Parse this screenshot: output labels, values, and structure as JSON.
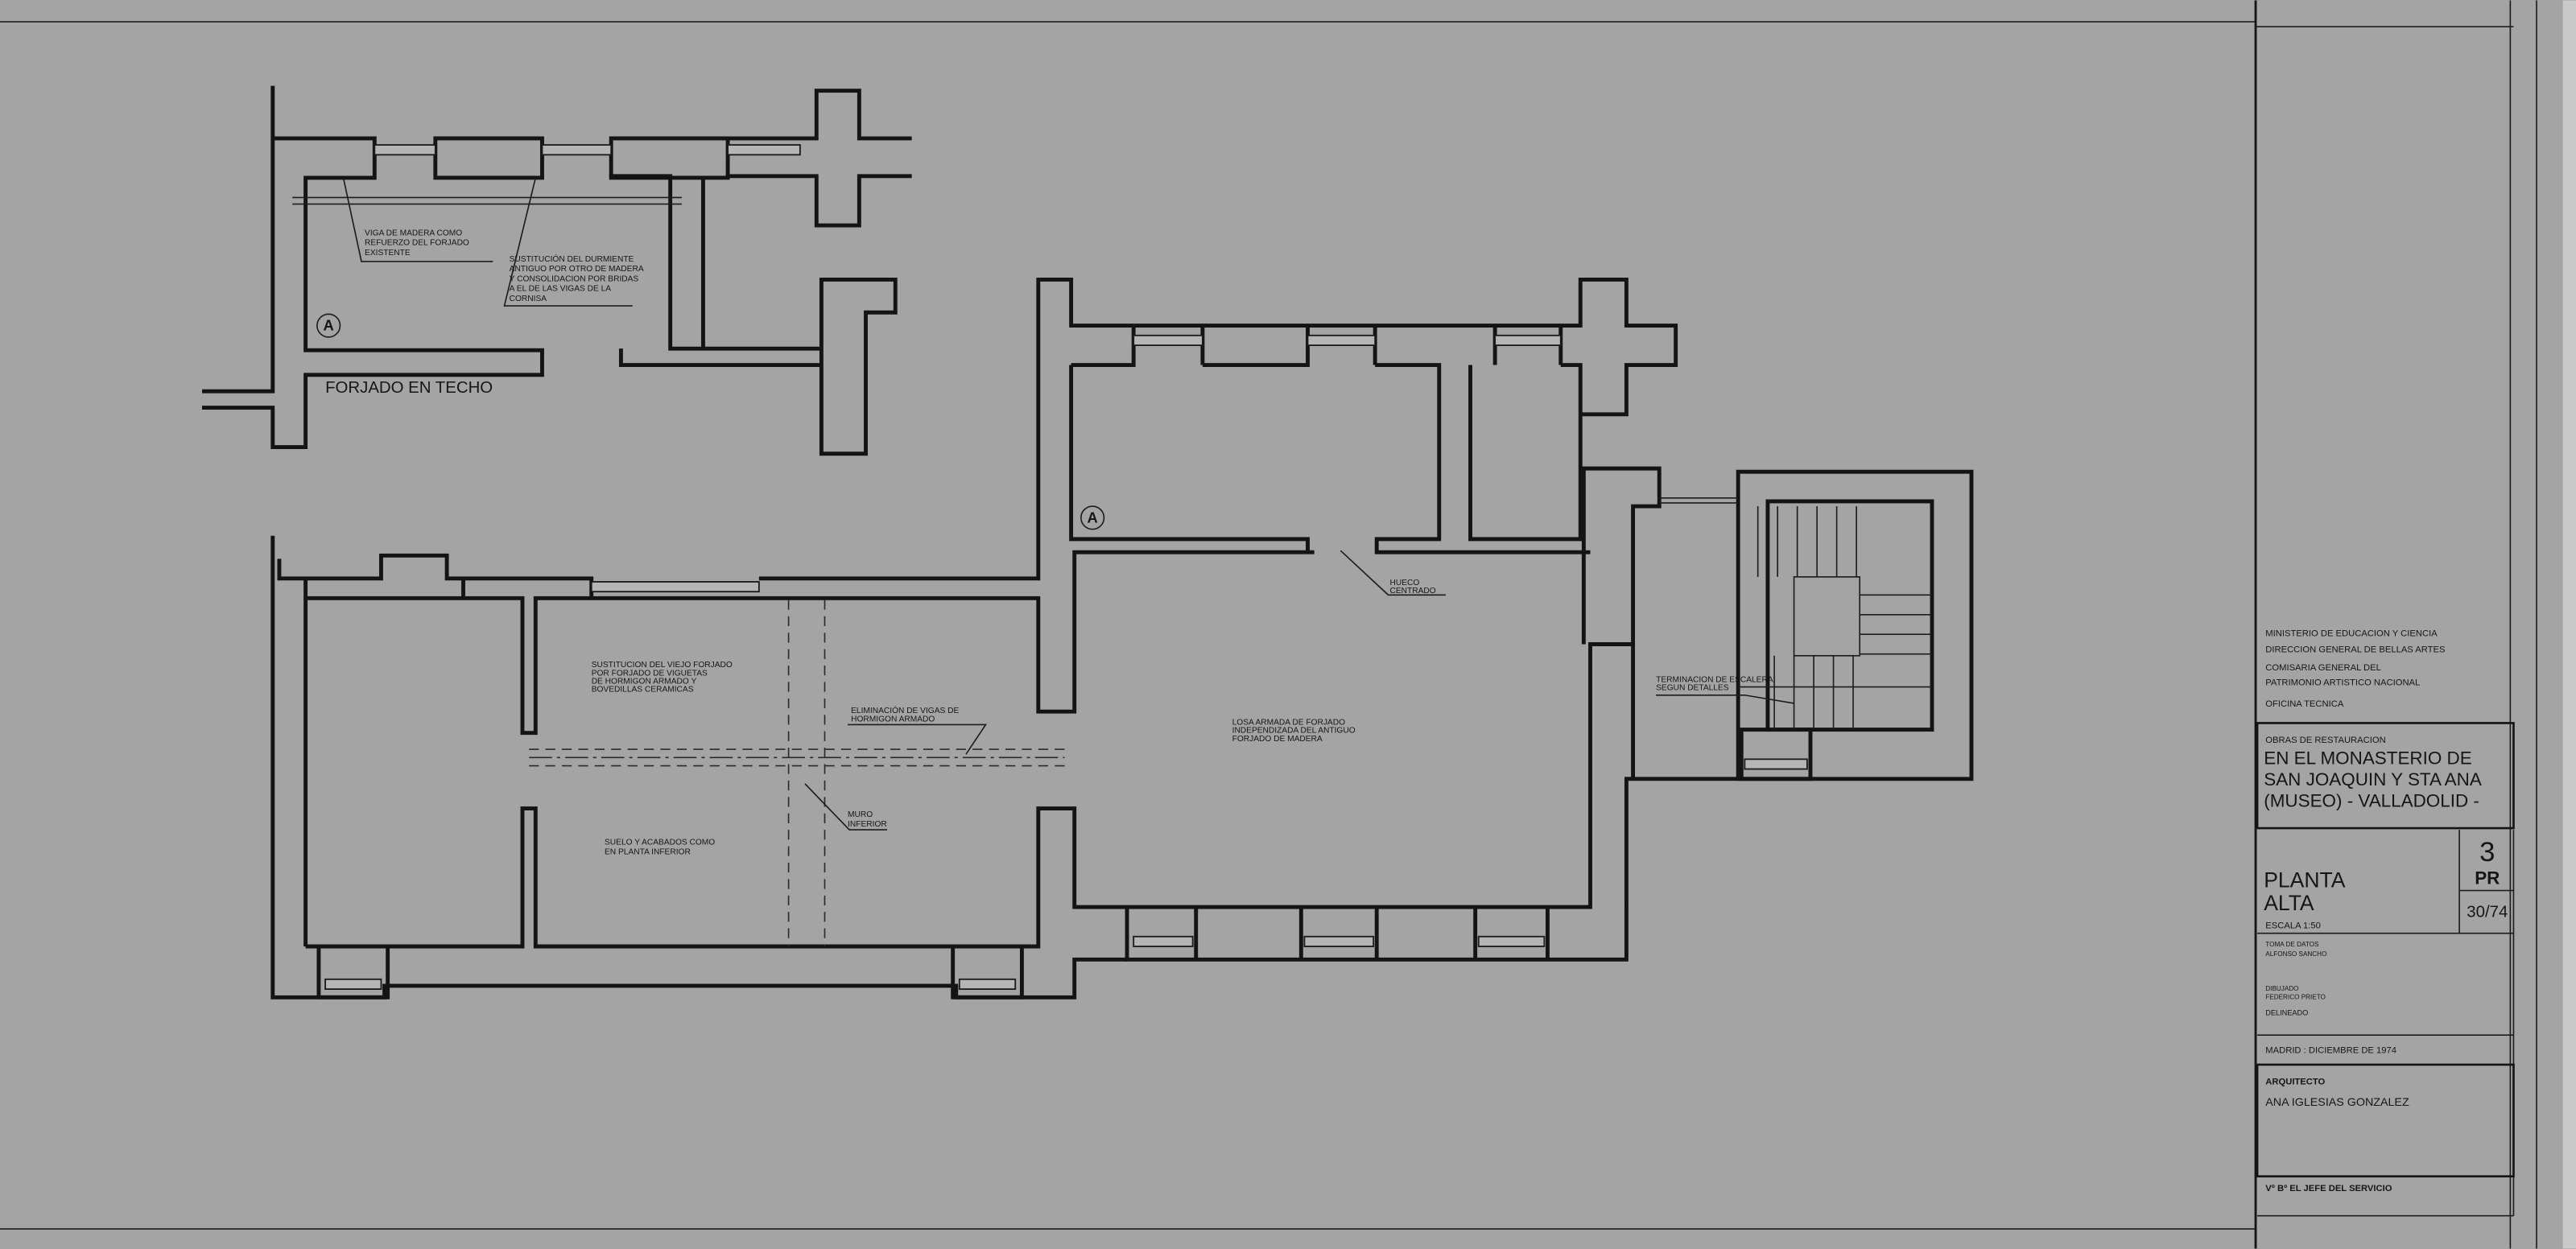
{
  "drawing": {
    "inset_label": "FORJADO EN TECHO",
    "section_marker": "A",
    "notes": {
      "viga_madera": [
        "VIGA DE MADERA COMO",
        "REFUERZO DEL FORJADO",
        "EXISTENTE"
      ],
      "durmiente": [
        "SUSTITUCIÓN DEL DURMIENTE",
        "ANTIGUO POR OTRO DE MADERA",
        "Y CONSOLIDACION POR BRIDAS",
        "A EL DE LAS VIGAS DE LA",
        "CORNISA"
      ],
      "sustitucion_forjado": [
        "SUSTITUCION DEL VIEJO FORJADO",
        "POR FORJADO DE VIGUETAS",
        "DE HORMIGON ARMADO Y",
        "BOVEDILLAS CERAMICAS"
      ],
      "eliminacion": [
        "ELIMINACIÓN DE VIGAS DE",
        "HORMIGON ARMADO"
      ],
      "muro_inferior": [
        "MURO",
        "INFERIOR"
      ],
      "suelo": [
        "SUELO Y ACABADOS COMO",
        "EN PLANTA INFERIOR"
      ],
      "hueco": [
        "HUECO",
        "CENTRADO"
      ],
      "losa": [
        "LOSA ARMADA DE FORJADO",
        "INDEPENDIZADA DEL ANTIGUO",
        "FORJADO DE MADERA"
      ],
      "escalera": [
        "TERMINACION DE ESCALERA",
        "SEGUN DETALLES"
      ]
    }
  },
  "title_block": {
    "authority": [
      "MINISTERIO DE EDUCACION Y CIENCIA",
      "DIRECCION GENERAL DE BELLAS ARTES",
      "COMISARIA GENERAL DEL",
      "PATRIMONIO ARTISTICO NACIONAL"
    ],
    "office": "OFICINA TECNICA",
    "project_subtitle": "OBRAS DE RESTAURACION",
    "project_title": [
      "EN EL MONASTERIO DE",
      "SAN JOAQUIN Y STA ANA",
      "(MUSEO) - VALLADOLID -"
    ],
    "sheet_title": [
      "PLANTA",
      "ALTA"
    ],
    "scale": "ESCALA 1:50",
    "sheet_number": "3",
    "sheet_code": "PR",
    "reference": "30/74",
    "toma_datos_label": "TOMA DE DATOS",
    "toma_datos_name": "ALFONSO SANCHO",
    "dibujado_label": "DIBUJADO",
    "dibujado_name": "FEDERICO PRIETO",
    "delineado_label": "DELINEADO",
    "place_date": "MADRID : DICIEMBRE DE 1974",
    "architect_label": "ARQUITECTO",
    "architect_name": "ANA IGLESIAS GONZALEZ",
    "approval": "Vº Bº EL JEFE DEL SERVICIO"
  }
}
